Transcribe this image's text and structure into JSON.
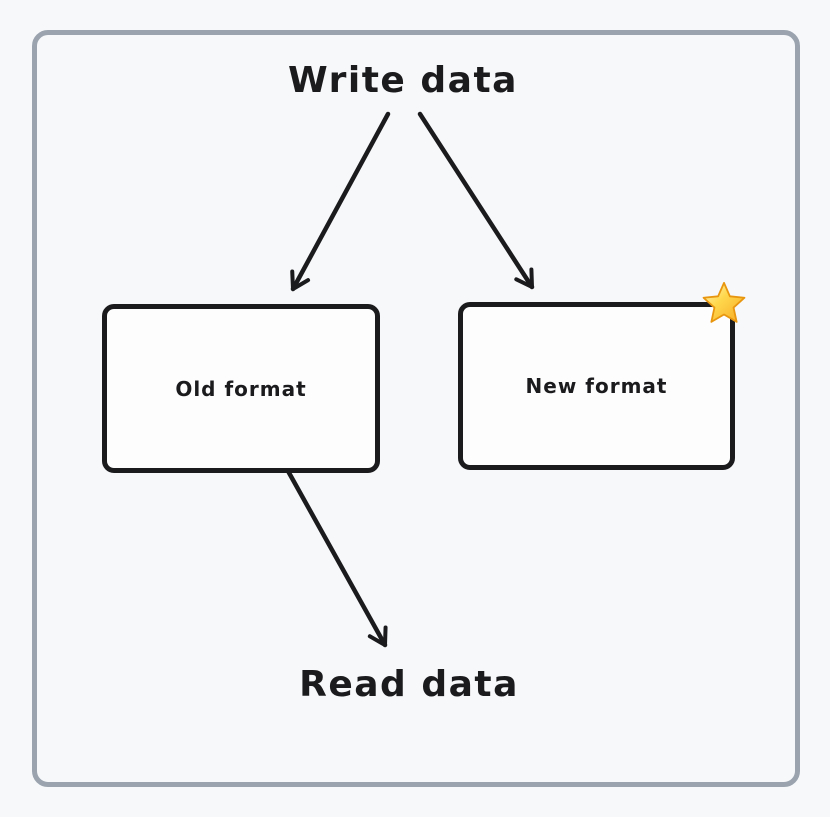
{
  "diagram": {
    "write_label": "Write data",
    "read_label": "Read data",
    "nodes": [
      {
        "id": "old-format",
        "label": "Old format"
      },
      {
        "id": "new-format",
        "label": "New format",
        "badge_icon": "star-icon"
      }
    ],
    "edges": [
      {
        "from": "write-data",
        "to": "old-format"
      },
      {
        "from": "write-data",
        "to": "new-format"
      },
      {
        "from": "old-format",
        "to": "read-data"
      }
    ],
    "colors": {
      "background": "#f7f8fa",
      "frame_border": "#9aa3ae",
      "stroke": "#1b1b1e",
      "node_fill": "#fdfdfe",
      "star_light": "#fff7cf",
      "star_gold": "#ffd84d",
      "star_deep": "#f6a821",
      "star_edge": "#e8960f"
    }
  }
}
